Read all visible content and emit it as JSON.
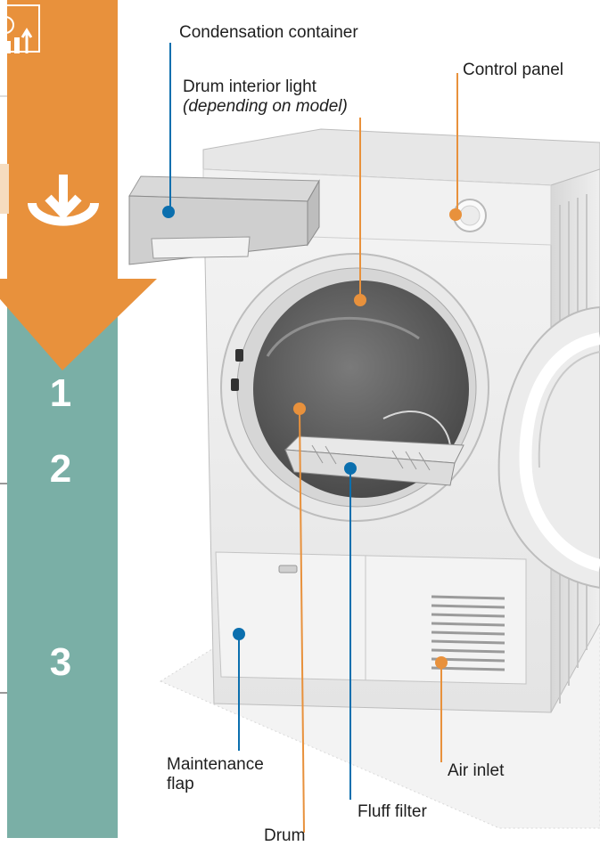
{
  "steps": [
    "1",
    "2",
    "3"
  ],
  "icons": [
    "download-arrow-icon",
    "appliance-info-icon"
  ],
  "colors": {
    "orange": "#e8913c",
    "teal": "#7aafa6",
    "callout_blue": "#0b6fae",
    "callout_orange": "#e8913c"
  },
  "labels": {
    "condensation_container": "Condensation container",
    "drum_light": "Drum interior light",
    "drum_light_note": "(depending on model)",
    "control_panel": "Control panel",
    "maintenance_flap": "Maintenance\nflap",
    "air_inlet": "Air inlet",
    "fluff_filter": "Fluff filter",
    "drum": "Drum"
  }
}
